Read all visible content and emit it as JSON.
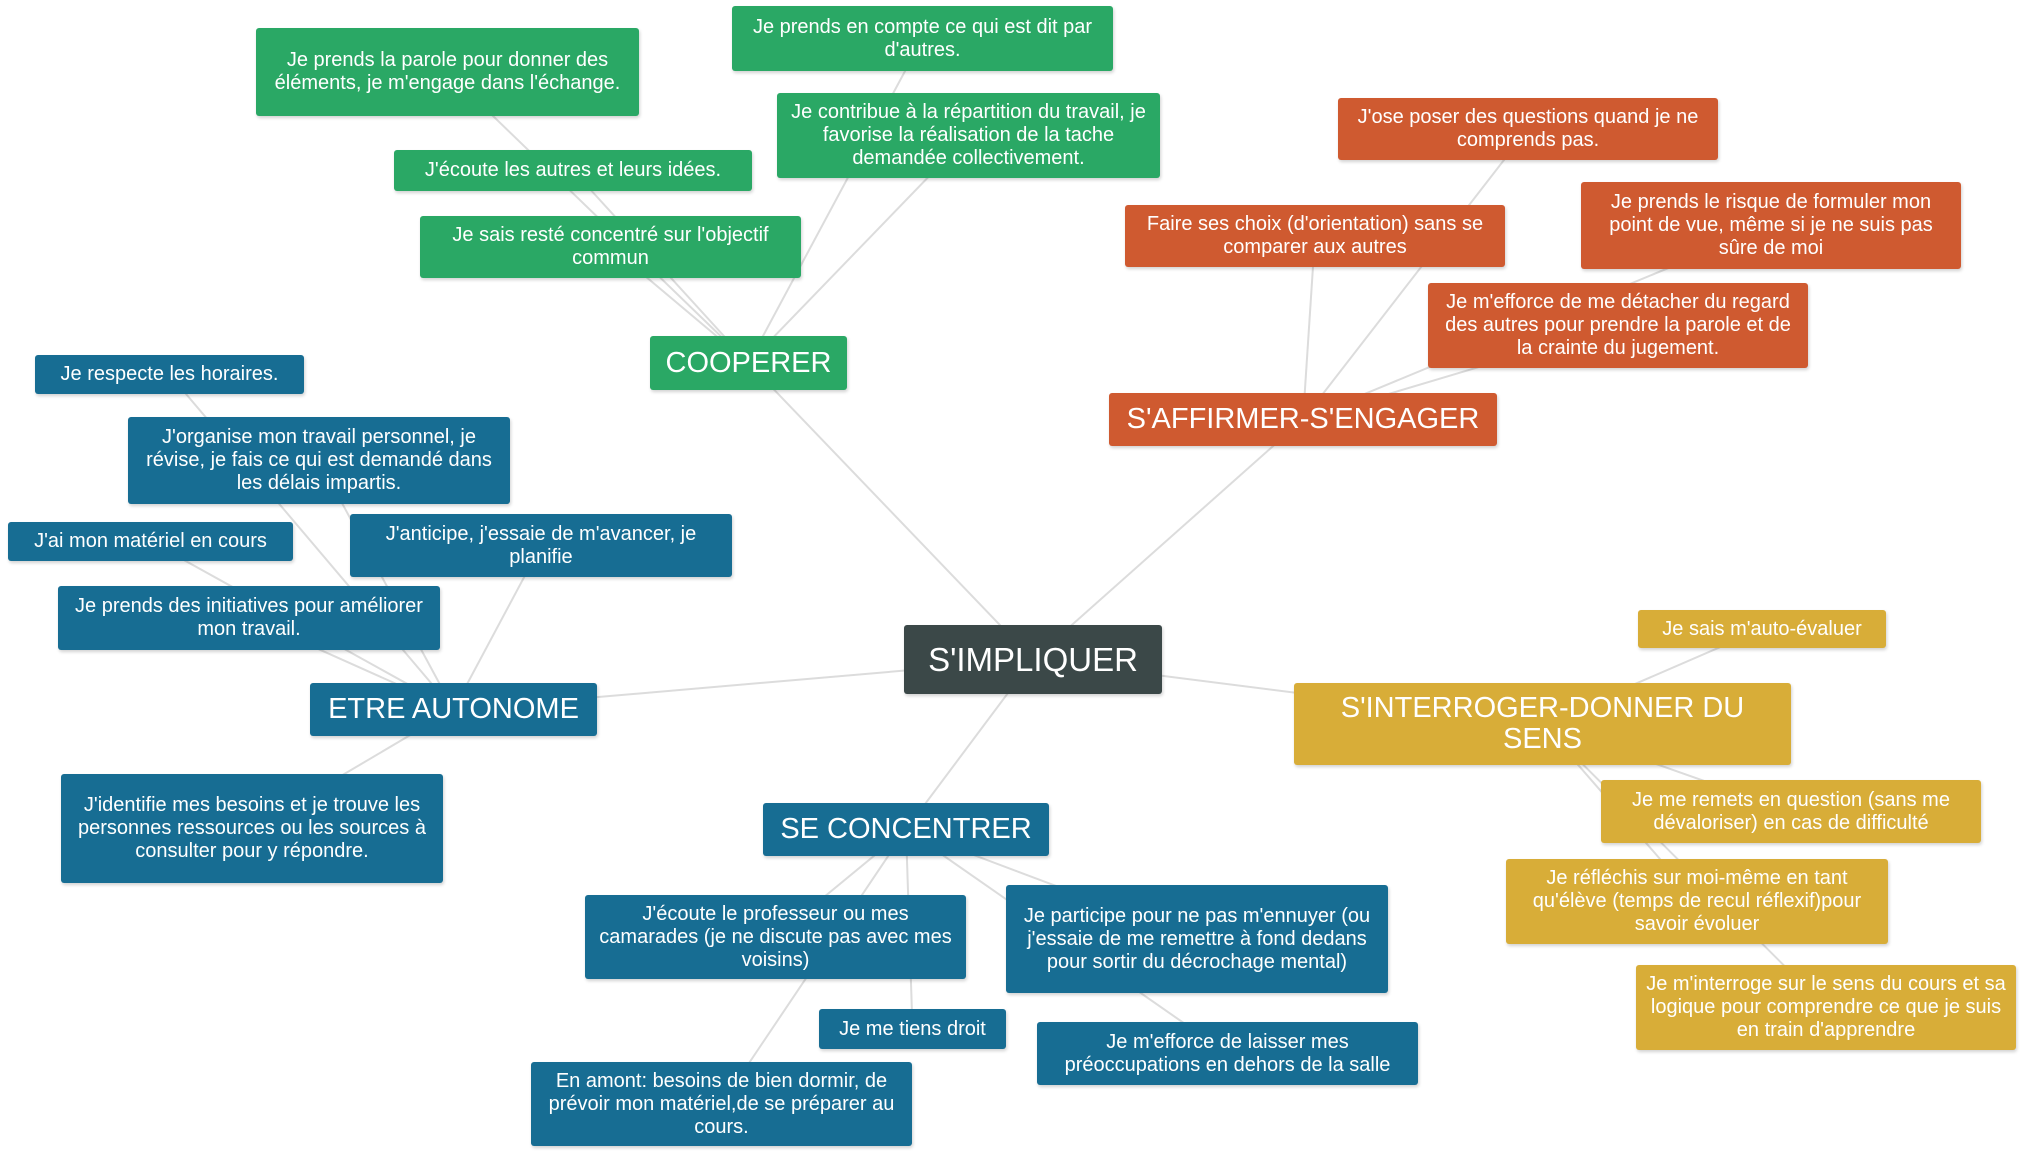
{
  "center": {
    "label": "S'IMPLIQUER"
  },
  "colors": {
    "center": "#3b4848",
    "cooperer": "#2aa865",
    "affirmer": "#cf5a30",
    "autonome": "#176d93",
    "concentrer": "#176d93",
    "interroger": "#d8ad38"
  },
  "cooperer": {
    "label": "COOPERER",
    "items": [
      "Je prends la parole pour donner des éléments, je m'engage dans l'échange.",
      "Je prends en compte ce qui est dit par d'autres.",
      "J'écoute les autres et leurs idées.",
      "Je contribue à la répartition du travail, je favorise la réalisation de la tache demandée collectivement.",
      "Je sais resté concentré sur l'objectif commun"
    ]
  },
  "affirmer": {
    "label": "S'AFFIRMER-S'ENGAGER",
    "items": [
      "J'ose poser des questions quand je ne comprends pas.",
      "Faire ses choix (d'orientation) sans se comparer aux autres",
      "Je prends le risque de formuler mon point de vue, même si je ne suis pas sûre de moi",
      "Je m'efforce de me détacher du regard des autres pour prendre la parole et de la crainte du jugement."
    ]
  },
  "autonome": {
    "label": "ETRE AUTONOME",
    "items": [
      "Je respecte les horaires.",
      "J'organise mon travail personnel, je révise, je fais ce qui est demandé dans les délais impartis.",
      "J'ai mon matériel en cours",
      "J'anticipe, j'essaie de m'avancer, je planifie",
      "Je prends des initiatives pour améliorer mon travail.",
      "J'identifie mes besoins et je trouve les personnes ressources ou les sources à consulter pour y répondre."
    ]
  },
  "concentrer": {
    "label": "SE CONCENTRER",
    "items": [
      "J'écoute le professeur ou mes camarades (je ne discute pas avec mes voisins)",
      "Je participe pour ne pas m'ennuyer (ou j'essaie de me remettre à fond dedans pour sortir du décrochage mental)",
      "Je me tiens droit",
      "Je m'efforce de laisser mes préoccupations en dehors de la salle",
      "En amont: besoins de bien dormir, de prévoir mon matériel,de se préparer au cours."
    ]
  },
  "interroger": {
    "label": "S'INTERROGER-DONNER DU SENS",
    "items": [
      "Je sais m'auto-évaluer",
      "Je me remets en question (sans me dévaloriser) en cas de difficulté",
      "Je réfléchis sur moi-même en tant qu'élève (temps de recul réflexif)pour savoir évoluer",
      "Je m'interroge sur le sens du cours et sa logique pour comprendre ce que je suis en train d'apprendre"
    ]
  }
}
